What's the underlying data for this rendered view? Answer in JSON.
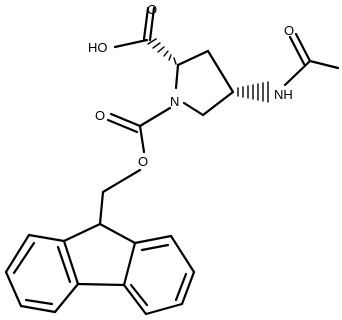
{
  "molecule": {
    "atoms": {
      "o_carbonyl_acid": "O",
      "hydroxyl_acid": "HO",
      "n_ring": "N",
      "nh_amide": "NH",
      "o_amide": "O",
      "o_carbamate_carbonyl": "O",
      "o_carbamate_ester": "O"
    }
  }
}
